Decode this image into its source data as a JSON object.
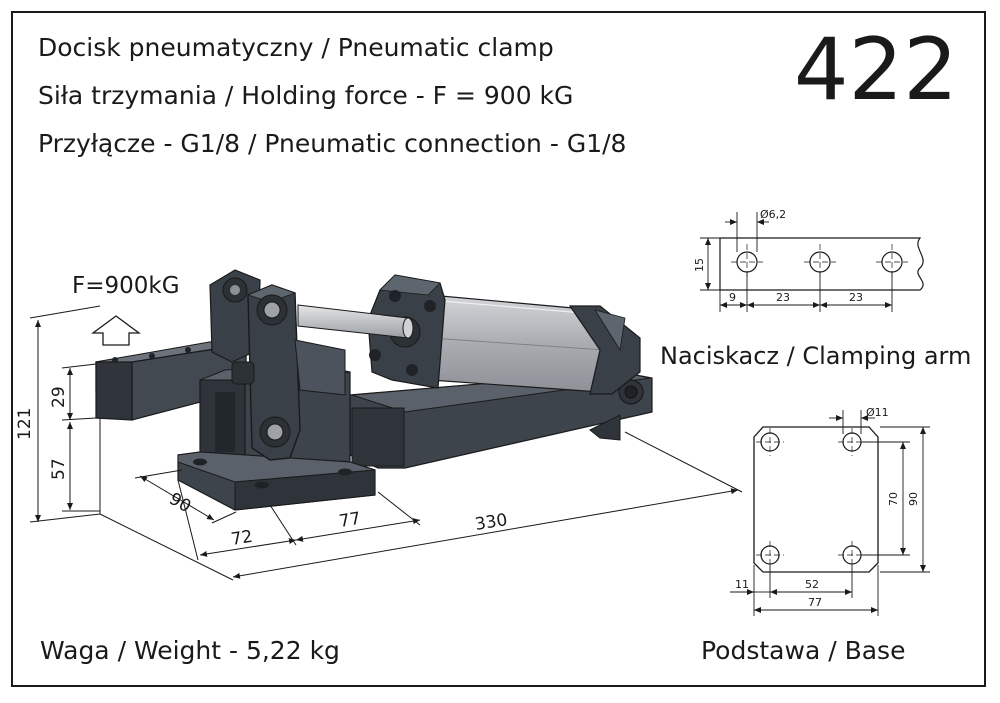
{
  "header": {
    "line1": "Docisk pneumatyczny / Pneumatic clamp",
    "line2": "Siła trzymania / Holding force - F = 900 kG",
    "line3": "Przyłącze - G1/8 / Pneumatic connection - G1/8",
    "model_number": "422"
  },
  "force_label": "F=900kG",
  "main_dims": {
    "d121": "121",
    "d29": "29",
    "d57": "57",
    "d90": "90",
    "d72": "72",
    "d77": "77",
    "d330": "330"
  },
  "arm_detail": {
    "label": "Naciskacz / Clamping arm",
    "hole_dia": "Ø6,2",
    "height": "15",
    "d9": "9",
    "d23a": "23",
    "d23b": "23"
  },
  "base_detail": {
    "label": "Podstawa / Base",
    "hole_dia": "Ø11",
    "d70": "70",
    "d90": "90",
    "d11": "11",
    "d52": "52",
    "d77": "77"
  },
  "weight_label": "Waga / Weight - 5,22 kg",
  "colors": {
    "steel_dark": "#3a4048",
    "steel_mid": "#4c535c",
    "steel_light": "#5d656f",
    "cylinder": "#a9adb2",
    "cylinder_light": "#c7cacd"
  }
}
